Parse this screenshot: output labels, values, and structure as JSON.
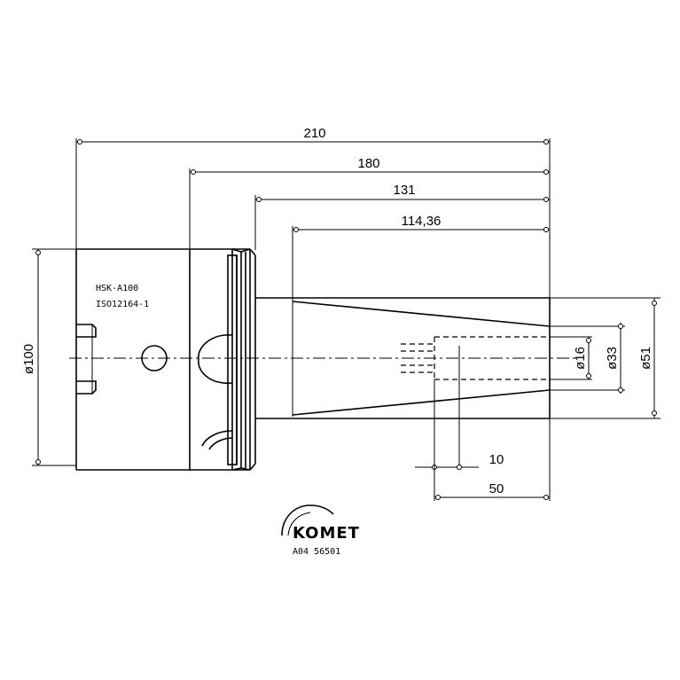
{
  "drawing": {
    "dimensions": {
      "len_210": "210",
      "len_180": "180",
      "len_131": "131",
      "len_114": "114,36",
      "dia_100": "ø100",
      "dia_16": "ø16",
      "dia_33": "ø33",
      "dia_51": "ø51",
      "len_10": "10",
      "len_50": "50"
    },
    "labels": {
      "interface": "HSK-A100",
      "standard": "ISO12164-1"
    },
    "logo": {
      "brand": "KOMET",
      "part_number": "A04 56501"
    }
  }
}
